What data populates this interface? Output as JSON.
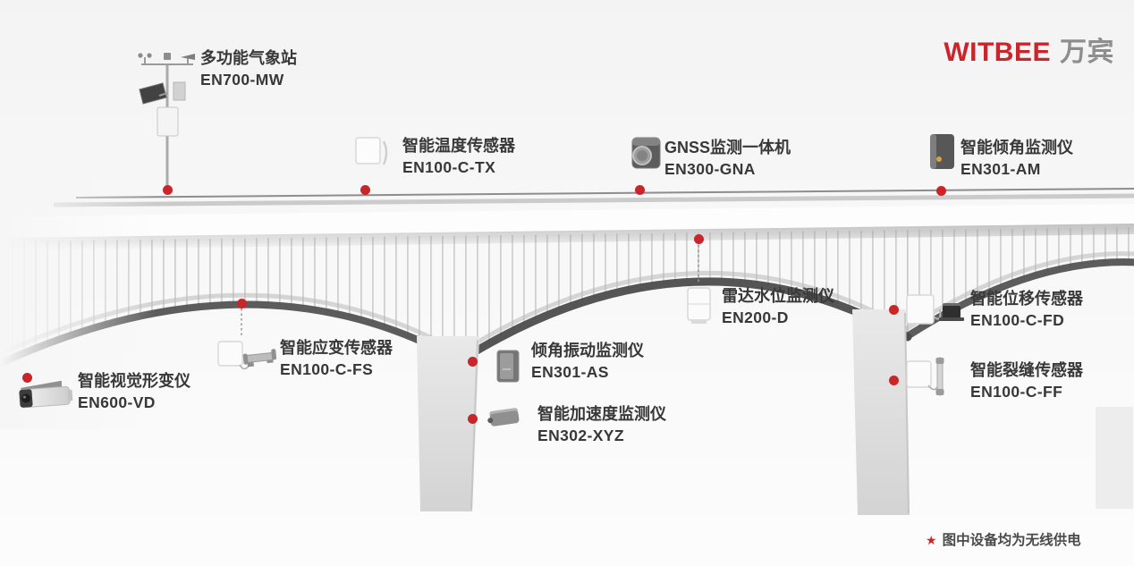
{
  "logo": {
    "brand": "WITBEE",
    "suffix": "万宾"
  },
  "colors": {
    "accent": "#c9252b",
    "logo_gray": "#8e8e8e",
    "label_text": "#383838"
  },
  "footnote": {
    "marker": "★",
    "text": "图中设备均为无线供电"
  },
  "devices": [
    {
      "id": "weather-station",
      "name": "多功能气象站",
      "model": "EN700-MW"
    },
    {
      "id": "temperature-sensor",
      "name": "智能温度传感器",
      "model": "EN100-C-TX"
    },
    {
      "id": "gnss-monitor",
      "name": "GNSS监测一体机",
      "model": "EN300-GNA"
    },
    {
      "id": "tilt-monitor",
      "name": "智能倾角监测仪",
      "model": "EN301-AM"
    },
    {
      "id": "radar-water-level",
      "name": "雷达水位监测仪",
      "model": "EN200-D"
    },
    {
      "id": "displacement-sensor",
      "name": "智能位移传感器",
      "model": "EN100-C-FD"
    },
    {
      "id": "strain-sensor",
      "name": "智能应变传感器",
      "model": "EN100-C-FS"
    },
    {
      "id": "tilt-vibration-monitor",
      "name": "倾角振动监测仪",
      "model": "EN301-AS"
    },
    {
      "id": "visual-deformation",
      "name": "智能视觉形变仪",
      "model": "EN600-VD"
    },
    {
      "id": "crack-sensor",
      "name": "智能裂缝传感器",
      "model": "EN100-C-FF"
    },
    {
      "id": "acceleration-monitor",
      "name": "智能加速度监测仪",
      "model": "EN302-XYZ"
    }
  ]
}
